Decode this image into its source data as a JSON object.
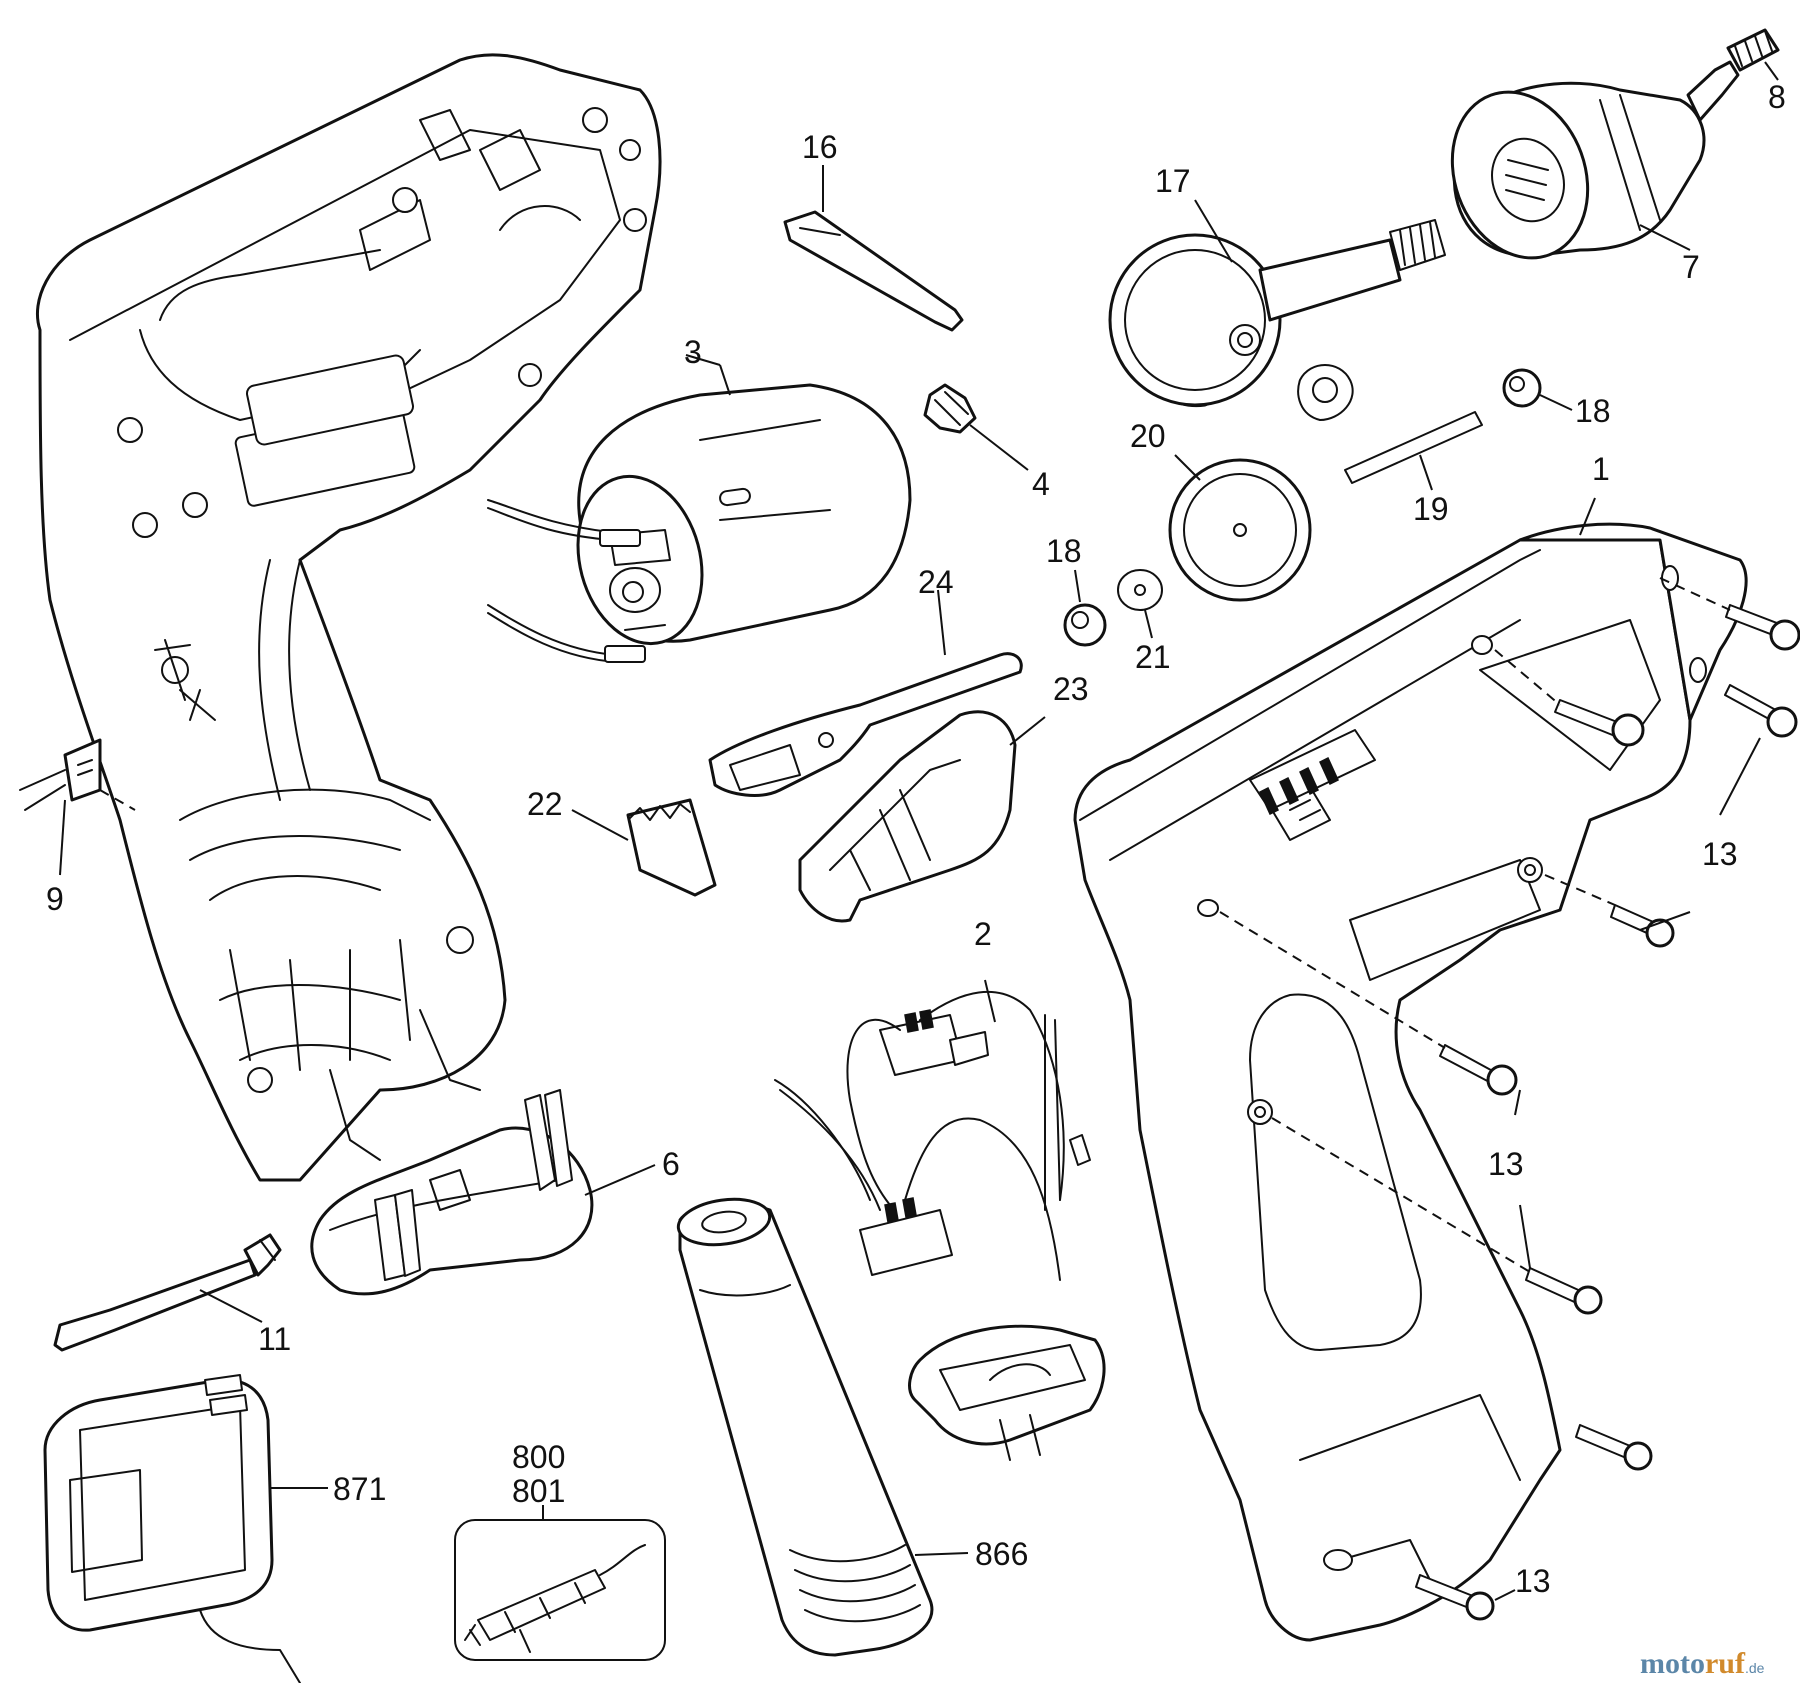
{
  "callouts": {
    "c1": "1",
    "c2": "2",
    "c3": "3",
    "c4": "4",
    "c6": "6",
    "c7": "7",
    "c8": "8",
    "c9": "9",
    "c11": "11",
    "c13a": "13",
    "c13b": "13",
    "c13c": "13",
    "c16": "16",
    "c17": "17",
    "c18a": "18",
    "c18b": "18",
    "c19": "19",
    "c20": "20",
    "c21": "21",
    "c22": "22",
    "c23": "23",
    "c24": "24",
    "c800": "800",
    "c801": "801",
    "c866": "866",
    "c871": "871"
  },
  "watermark": {
    "brand_a": "moto",
    "brand_b": "ruf",
    "suffix": ".de",
    "brand_color_a": "#5b86a8",
    "brand_color_b": "#d18a2c"
  }
}
